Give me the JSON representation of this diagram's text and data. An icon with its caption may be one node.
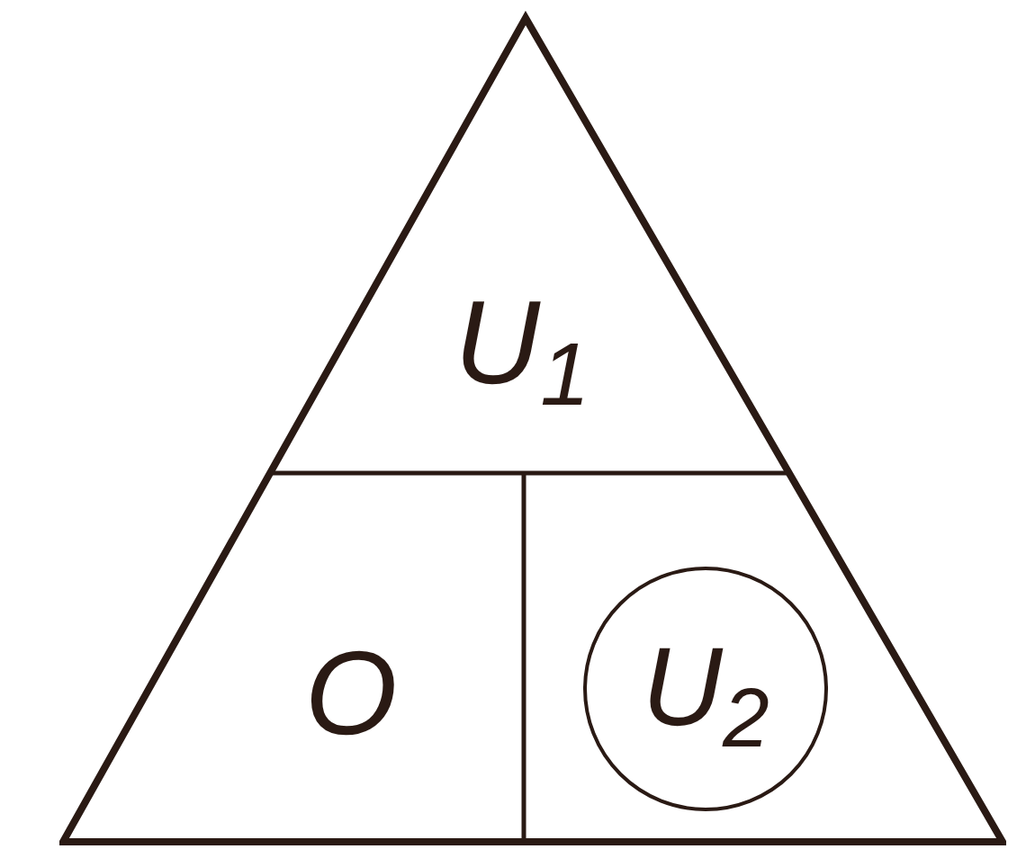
{
  "diagram": {
    "nodes": [
      {
        "text": [],
        "shape": "triangle"
      },
      {
        "text": [
          "U$_{2}$"
        ],
        "in": 0
      }
    ],
    "labels": [
      "U$_{1}$",
      "O"
    ]
  }
}
